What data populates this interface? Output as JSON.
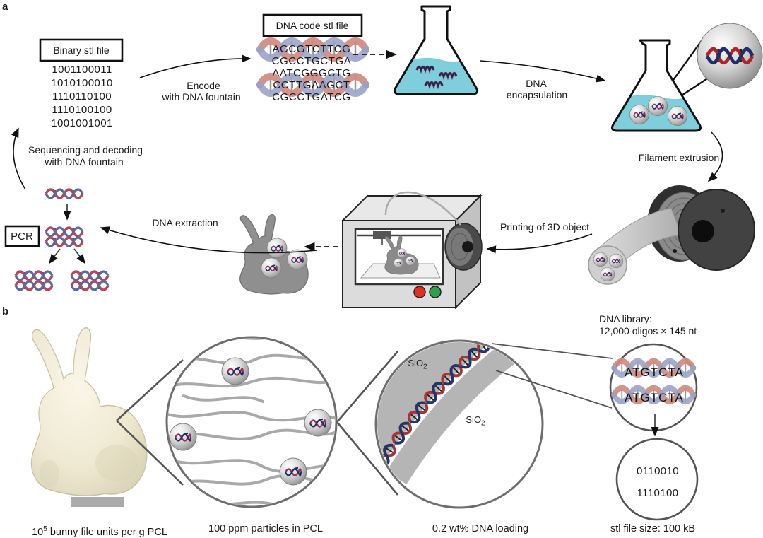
{
  "panel_a": {
    "label": "a",
    "binary_box": {
      "title": "Binary stl file",
      "lines": [
        "1001100011",
        "1010100010",
        "1110110100",
        "1110100100",
        "1001001001"
      ]
    },
    "encode_label": {
      "line1": "Encode",
      "line2": "with DNA fountain"
    },
    "dna_code_box": {
      "title": "DNA code stl file",
      "lines": [
        "AGCGTCTTCG",
        "CGCCTGCTGA",
        "AATCGGGCTG",
        "CCTTGAAGCT",
        "CGCCTGATCG"
      ]
    },
    "encapsulation_label": {
      "line1": "DNA",
      "line2": "encapsulation"
    },
    "filament_extrusion_label": "Filament extrusion",
    "printing_label": "Printing of 3D object",
    "extraction_label": "DNA extraction",
    "sequencing_label": {
      "line1": "Sequencing and decoding",
      "line2": "with DNA fountain"
    },
    "pcr_label": "PCR"
  },
  "panel_b": {
    "label": "b",
    "dna_library_label": {
      "line1": "DNA library:",
      "line2": "12,000 oligos × 145 nt"
    },
    "sio2_label": {
      "base": "SiO",
      "sub": "2"
    },
    "oligo_circle": {
      "line1": "ATGTCTA",
      "line2": "ATGTCTA"
    },
    "binary_circle": {
      "line1": "0110010",
      "line2": "1110100"
    },
    "captions": {
      "bunny": {
        "pre": "10",
        "sup": "5",
        "post": " bunny file units per g PCL"
      },
      "particles": "100 ppm particles in PCL",
      "dna_loading": "0.2 wt% DNA loading",
      "file_size": "stl file size: 100 kB"
    }
  },
  "colors": {
    "liquid_cyan": "#7ecfdb",
    "helix_salmon": "#d08a7e",
    "helix_blue": "#9aa0c6",
    "dna_red": "#a93434",
    "dna_navy": "#24356e",
    "band_gray": "#b5b5b5",
    "button_red": "#e03020",
    "button_green": "#2ea04a"
  }
}
